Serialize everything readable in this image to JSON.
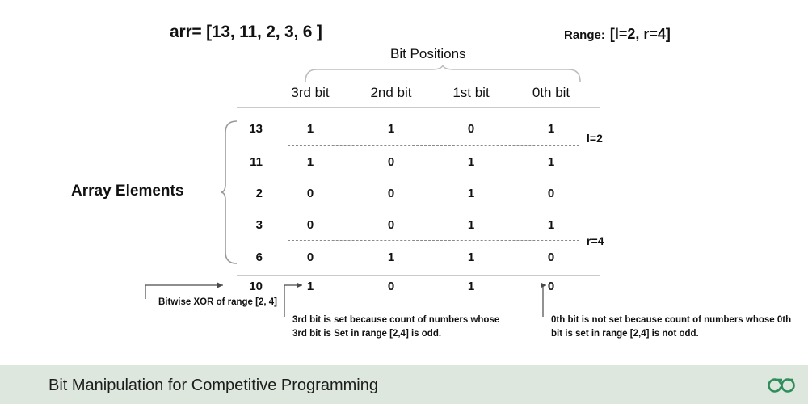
{
  "header": {
    "array_expr": "arr= [13, 11, 2, 3, 6 ]",
    "range_prefix": "Range:",
    "range_value": "[l=2, r=4]"
  },
  "table": {
    "bit_positions_title": "Bit Positions",
    "array_elements_label": "Array Elements",
    "columns": [
      "3rd bit",
      "2nd bit",
      "1st bit",
      "0th bit"
    ],
    "rows": [
      {
        "value": "13",
        "bits": [
          "1",
          "1",
          "0",
          "1"
        ]
      },
      {
        "value": "11",
        "bits": [
          "1",
          "0",
          "1",
          "1"
        ]
      },
      {
        "value": "2",
        "bits": [
          "0",
          "0",
          "1",
          "0"
        ]
      },
      {
        "value": "3",
        "bits": [
          "0",
          "0",
          "1",
          "1"
        ]
      },
      {
        "value": "6",
        "bits": [
          "0",
          "1",
          "1",
          "0"
        ]
      }
    ],
    "result": {
      "value": "10",
      "bits": [
        "1",
        "0",
        "1",
        "0"
      ]
    },
    "range_markers": {
      "left": "l=2",
      "right": "r=4"
    }
  },
  "callouts": {
    "xor": "Bitwise XOR of range [2, 4]",
    "third_bit": "3rd bit is set because count of numbers whose 3rd bit is Set in range [2,4] is odd.",
    "zeroth_bit": "0th bit is not set because count of numbers whose 0th bit is set in range [2,4] is not odd."
  },
  "footer": {
    "title": "Bit Manipulation for Competitive Programming",
    "logo_name": "geeksforgeeks-logo",
    "logo_color": "#2f8d5b",
    "bar_color": "#dde7dd"
  },
  "colors": {
    "text": "#111111",
    "rule": "#c9c9c9",
    "dashed": "#8a8a8a"
  }
}
